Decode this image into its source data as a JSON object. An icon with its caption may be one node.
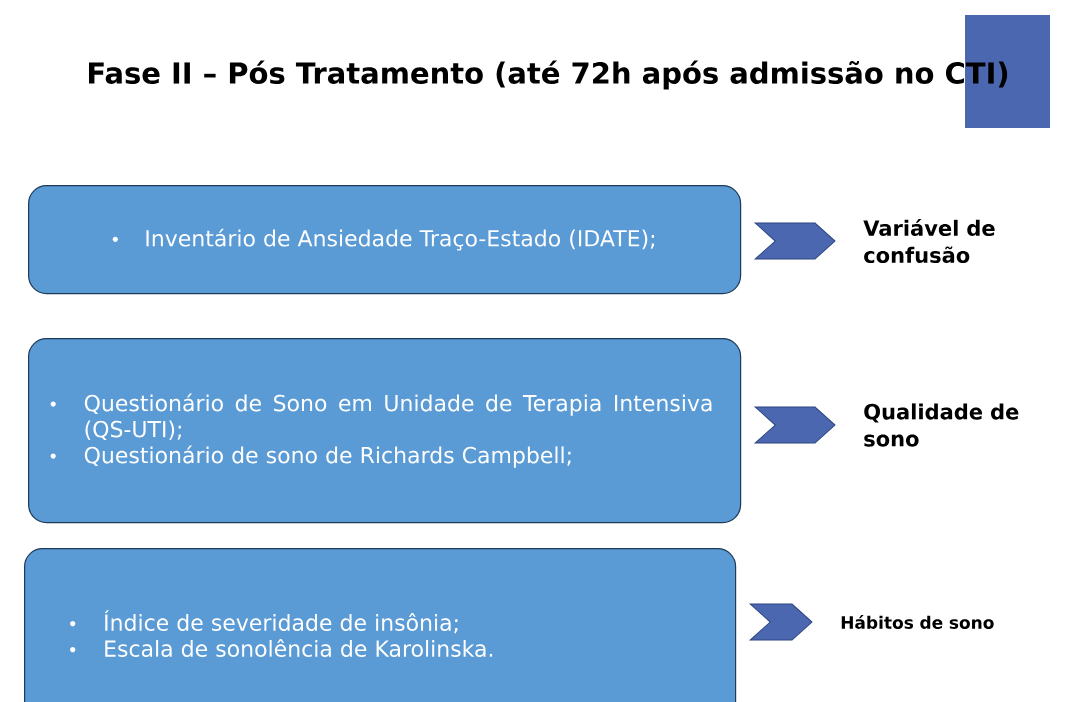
{
  "diagram": {
    "title": "Fase II – Pós Tratamento (até 72h após admissão no CTI)",
    "nodes": [
      {
        "text": [
          "Inventário de Ansiedade Traço-Estado (IDATE);"
        ]
      },
      {
        "text": [
          "Variável de confusão"
        ]
      },
      {
        "text": [
          "Questionário de Sono em Unidade de Terapia Intensiva (QS-UTI);",
          "Questionário de sono de Richards Campbell;"
        ]
      },
      {
        "text": [
          "Qualidade de sono"
        ]
      },
      {
        "text": [
          "Índice de severidade de insônia;",
          "Escala de sonolência de Karolinska."
        ]
      },
      {
        "text": [
          "Hábitos de sono"
        ]
      }
    ],
    "edges": [
      {
        "from": 0,
        "to": 1,
        "arrow": "to"
      },
      {
        "from": 2,
        "to": 3,
        "arrow": "to"
      },
      {
        "from": 4,
        "to": 5,
        "arrow": "to"
      }
    ]
  }
}
